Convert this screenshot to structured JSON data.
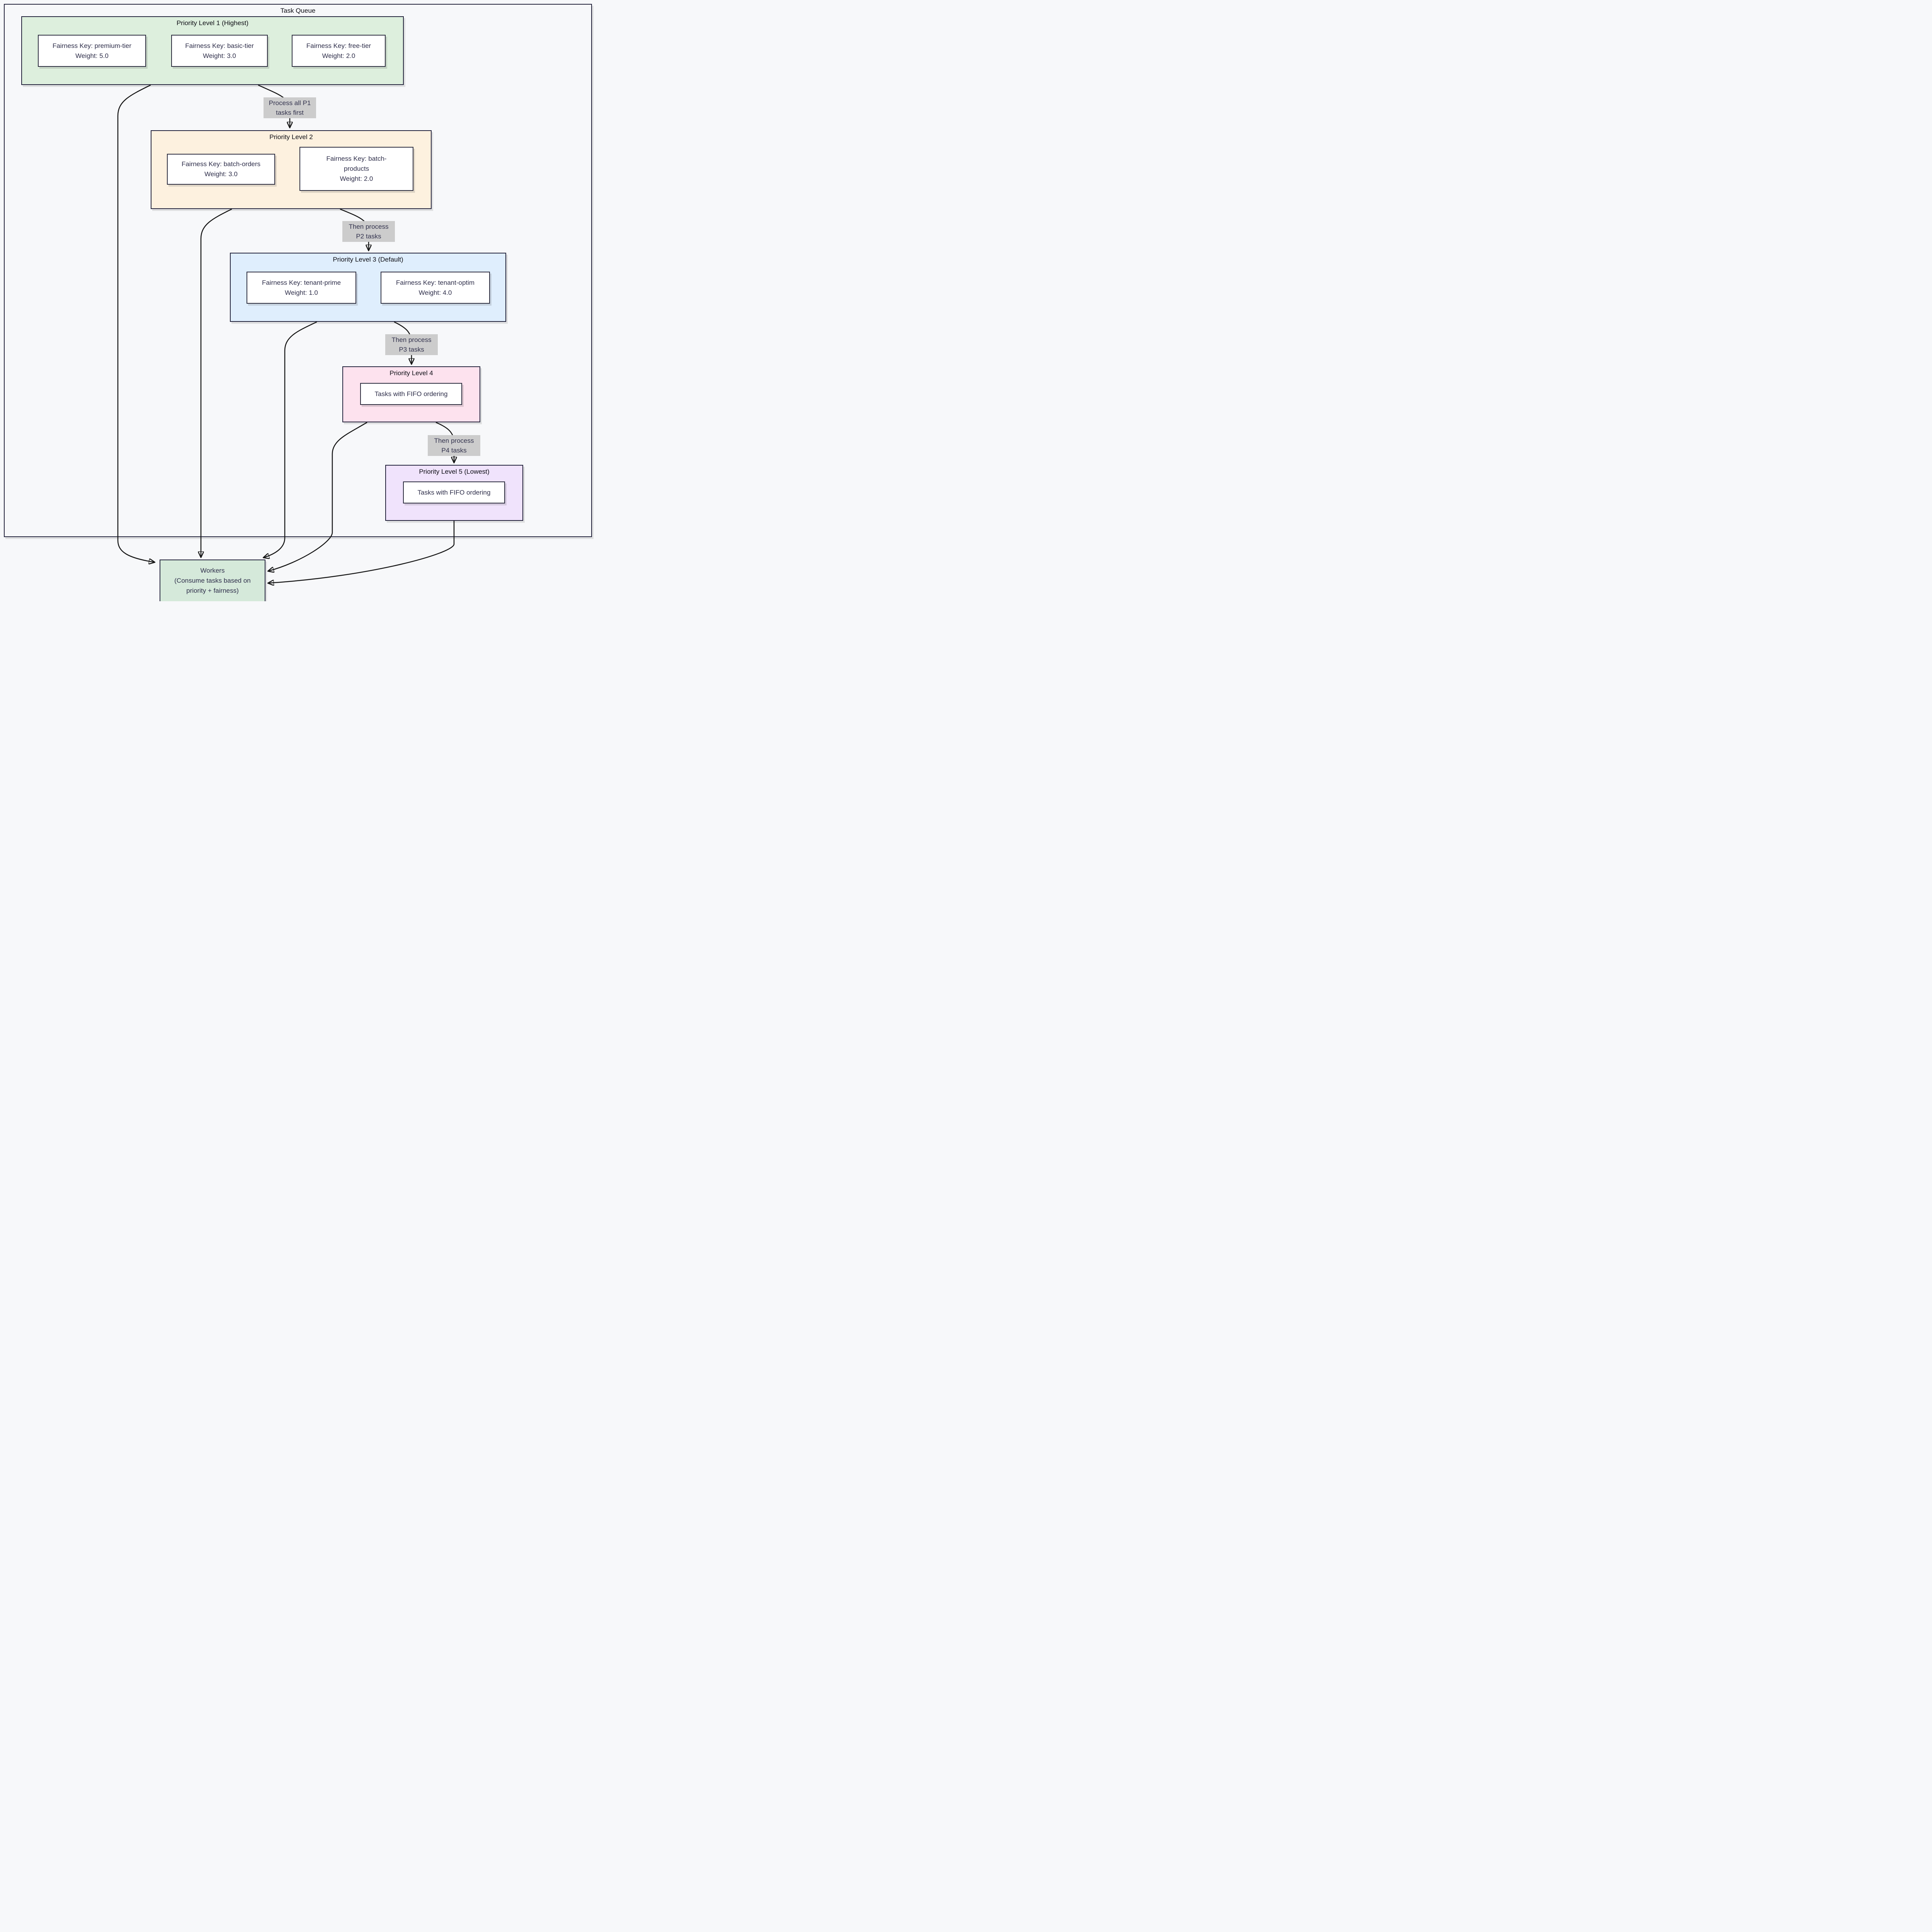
{
  "diagram_title": "Task Queue",
  "colors": {
    "page_bg": "#f7f8fa",
    "outer_fill": "#f7f8fa",
    "level1_fill": "#ddefdd",
    "level2_fill": "#fdf1df",
    "level3_fill": "#dfeefd",
    "level4_fill": "#fde2ee",
    "level5_fill": "#f0e3fc",
    "workers_fill": "#d5e9da",
    "node_fill": "#ffffff",
    "edge_label_bg": "#cccccc",
    "border": "#23233c",
    "edge_stroke": "#161616"
  },
  "levels": [
    {
      "title": "Priority Level 1 (Highest)",
      "nodes": [
        {
          "label": "Fairness Key: premium-tier",
          "weight": "Weight: 5.0"
        },
        {
          "label": "Fairness Key: basic-tier",
          "weight": "Weight: 3.0"
        },
        {
          "label": "Fairness Key: free-tier",
          "weight": "Weight: 2.0"
        }
      ]
    },
    {
      "title": "Priority Level 2",
      "nodes": [
        {
          "label": "Fairness Key: batch-orders",
          "weight": "Weight: 3.0"
        },
        {
          "label": "Fairness Key: batch-products",
          "weight": "Weight: 2.0"
        }
      ]
    },
    {
      "title": "Priority Level 3 (Default)",
      "nodes": [
        {
          "label": "Fairness Key: tenant-prime",
          "weight": "Weight: 1.0"
        },
        {
          "label": "Fairness Key: tenant-optim",
          "weight": "Weight: 4.0"
        }
      ]
    },
    {
      "title": "Priority Level 4",
      "nodes": [
        {
          "label": "Tasks with FIFO ordering"
        }
      ]
    },
    {
      "title": "Priority Level 5 (Lowest)",
      "nodes": [
        {
          "label": "Tasks with FIFO ordering"
        }
      ]
    }
  ],
  "edge_labels": [
    {
      "text": "Process all P1 tasks first"
    },
    {
      "text": "Then process P2 tasks"
    },
    {
      "text": "Then process P3 tasks"
    },
    {
      "text": "Then process P4 tasks"
    }
  ],
  "workers": {
    "title": "Workers",
    "subtitle": "(Consume tasks based on priority + fairness)"
  }
}
